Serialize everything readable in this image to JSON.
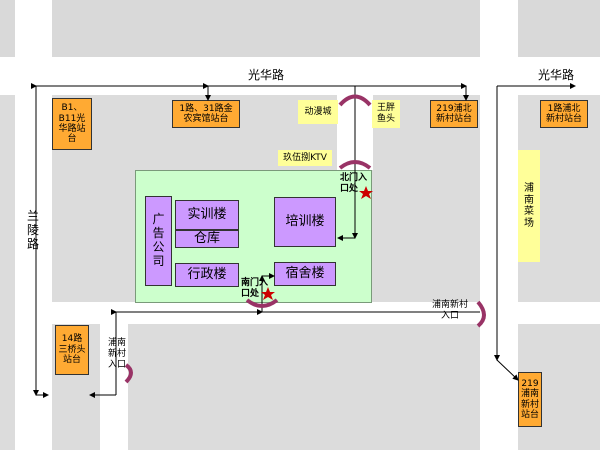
{
  "roads": {
    "guanghua_left": "光华路",
    "guanghua_right": "光华路",
    "lanling": "兰陵路"
  },
  "stops": {
    "b11": "B1、\nB11光\n华路站\n台",
    "guanghua_jinyi": "1路、31路金\n农宾馆站台",
    "pubei_219": "219浦北\n新村站台",
    "pubei_1": "1路浦北\n新村站台",
    "sanqiaotou_14": "14路\n三桥头\n站台",
    "punan_219": "219\n浦南\n新村\n站台"
  },
  "landmarks": {
    "dongmancheng": "动漫城",
    "wangpang": "王胖\n鱼头",
    "ktv": "玖伍捌KTV",
    "caichang": "浦南菜场"
  },
  "buildings": {
    "guanggao": "广告公司",
    "shixun": "实训楼",
    "cangku": "仓库",
    "xingzheng": "行政楼",
    "peixun": "培训楼",
    "sushe": "宿舍楼"
  },
  "entrances": {
    "north": "北门入\n口处",
    "south": "南门入\n口处",
    "punan_east": "浦南新村\n入口",
    "punan_west": "浦南\n新村\n入口"
  },
  "colors": {
    "campus": "#ccffcc",
    "building": "#cc99ff",
    "stop": "#ffaa33",
    "landmark": "#ffff99",
    "entrance_arc": "#993366",
    "star": "#cc0000"
  }
}
